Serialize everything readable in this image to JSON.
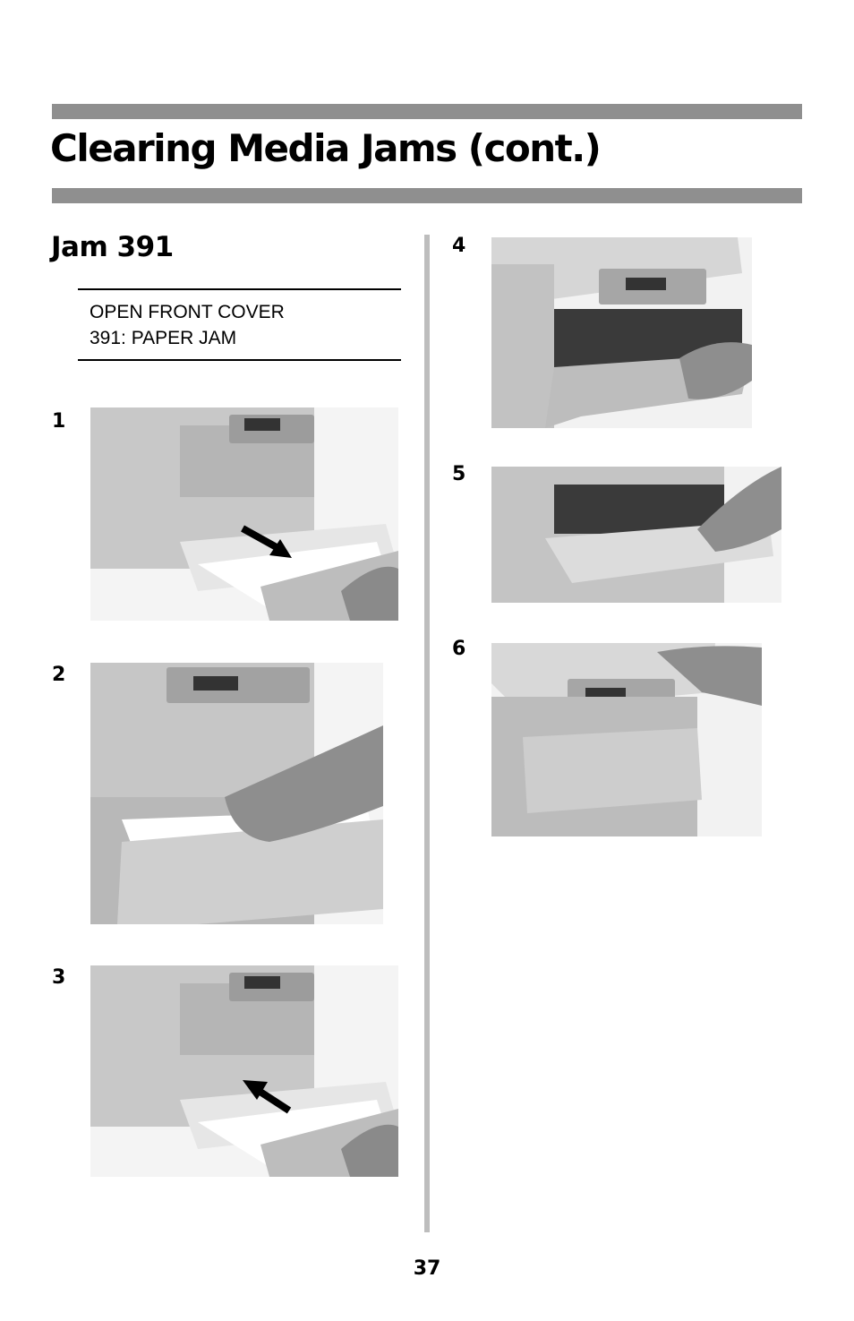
{
  "header": {
    "title": "Clearing Media Jams (cont.)"
  },
  "section": {
    "title": "Jam 391",
    "display_message": {
      "line1": "OPEN FRONT COVER",
      "line2": "391: PAPER JAM"
    }
  },
  "steps": [
    {
      "number": "1",
      "image": "printer-pull-tray-out-photo"
    },
    {
      "number": "2",
      "image": "hand-removing-jammed-paper-photo"
    },
    {
      "number": "3",
      "image": "printer-push-tray-in-photo"
    },
    {
      "number": "4",
      "image": "printer-open-front-cover-photo"
    },
    {
      "number": "5",
      "image": "hand-removing-paper-from-cover-photo"
    },
    {
      "number": "6",
      "image": "printer-close-front-cover-photo"
    }
  ],
  "footer": {
    "page_number": "37"
  },
  "colors": {
    "rule_bar": "#8f8f8f",
    "column_divider": "#bdbdbd",
    "text": "#000000"
  }
}
